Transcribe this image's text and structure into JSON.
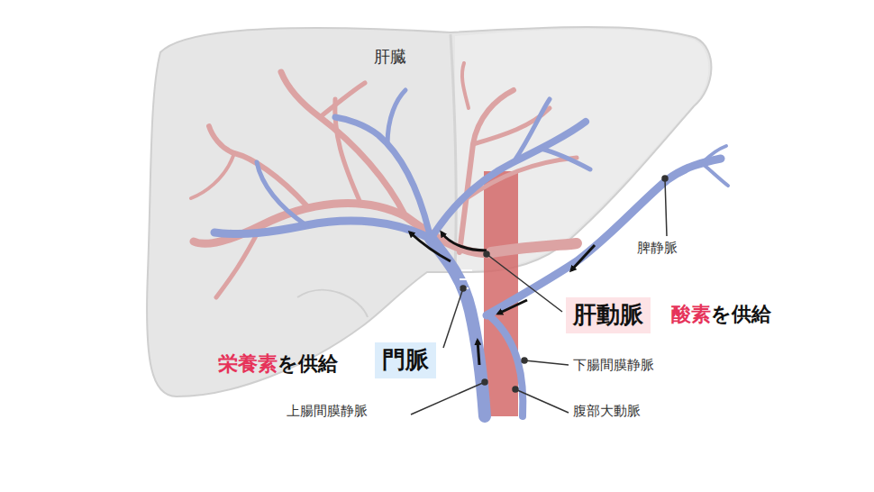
{
  "diagram": {
    "nodes": [
      {
        "text": [
          "肝動脈"
        ]
      },
      {
        "text": [
          "門脈"
        ]
      }
    ],
    "labels": [
      "肝臓",
      "脾静脈",
      "酸素",
      "を供給",
      "栄養素",
      "を供給",
      "下腸間膜静脈",
      "上腸間膜静脈",
      "腹部大動脈"
    ]
  }
}
